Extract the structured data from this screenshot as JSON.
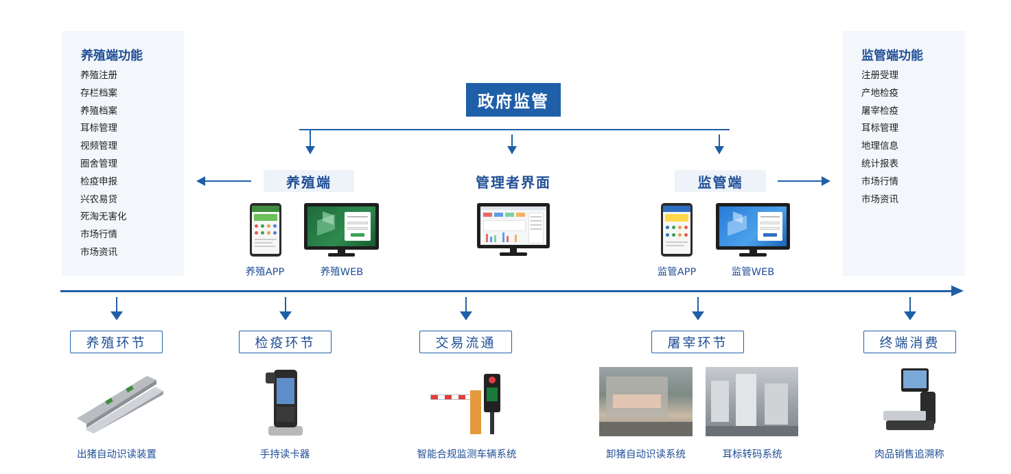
{
  "farm_panel": {
    "title": "养殖端功能",
    "items": [
      "养殖注册",
      "存栏档案",
      "养殖档案",
      "耳标管理",
      "视频管理",
      "圈舍管理",
      "检疫申报",
      "兴农易贷",
      "死淘无害化",
      "市场行情",
      "市场资讯"
    ]
  },
  "supervision_panel": {
    "title": "监管端功能",
    "items": [
      "注册受理",
      "产地检疫",
      "屠宰检疫",
      "耳标管理",
      "地理信息",
      "统计报表",
      "市场行情",
      "市场资讯"
    ]
  },
  "government": {
    "label": "政府监管"
  },
  "terminals": {
    "farm": {
      "label": "养殖端",
      "app_caption": "养殖APP",
      "web_caption": "养殖WEB"
    },
    "admin": {
      "label": "管理者界面"
    },
    "supervision": {
      "label": "监管端",
      "app_caption": "监管APP",
      "web_caption": "监管WEB"
    }
  },
  "stages": [
    {
      "label": "养殖环节",
      "products": [
        "出猪自动识读装置"
      ]
    },
    {
      "label": "检疫环节",
      "products": [
        "手持读卡器"
      ]
    },
    {
      "label": "交易流通",
      "products": [
        "智能合规监测车辆系统"
      ]
    },
    {
      "label": "屠宰环节",
      "products": [
        "卸猪自动识读系统",
        "耳标转码系统"
      ]
    },
    {
      "label": "终端消费",
      "products": [
        "肉品销售追溯称"
      ]
    }
  ],
  "colors": {
    "primary": "#1f5fa8",
    "text": "#1f4e96",
    "panel_bg": "#f3f6fa",
    "label_bg": "#eef3f9"
  }
}
